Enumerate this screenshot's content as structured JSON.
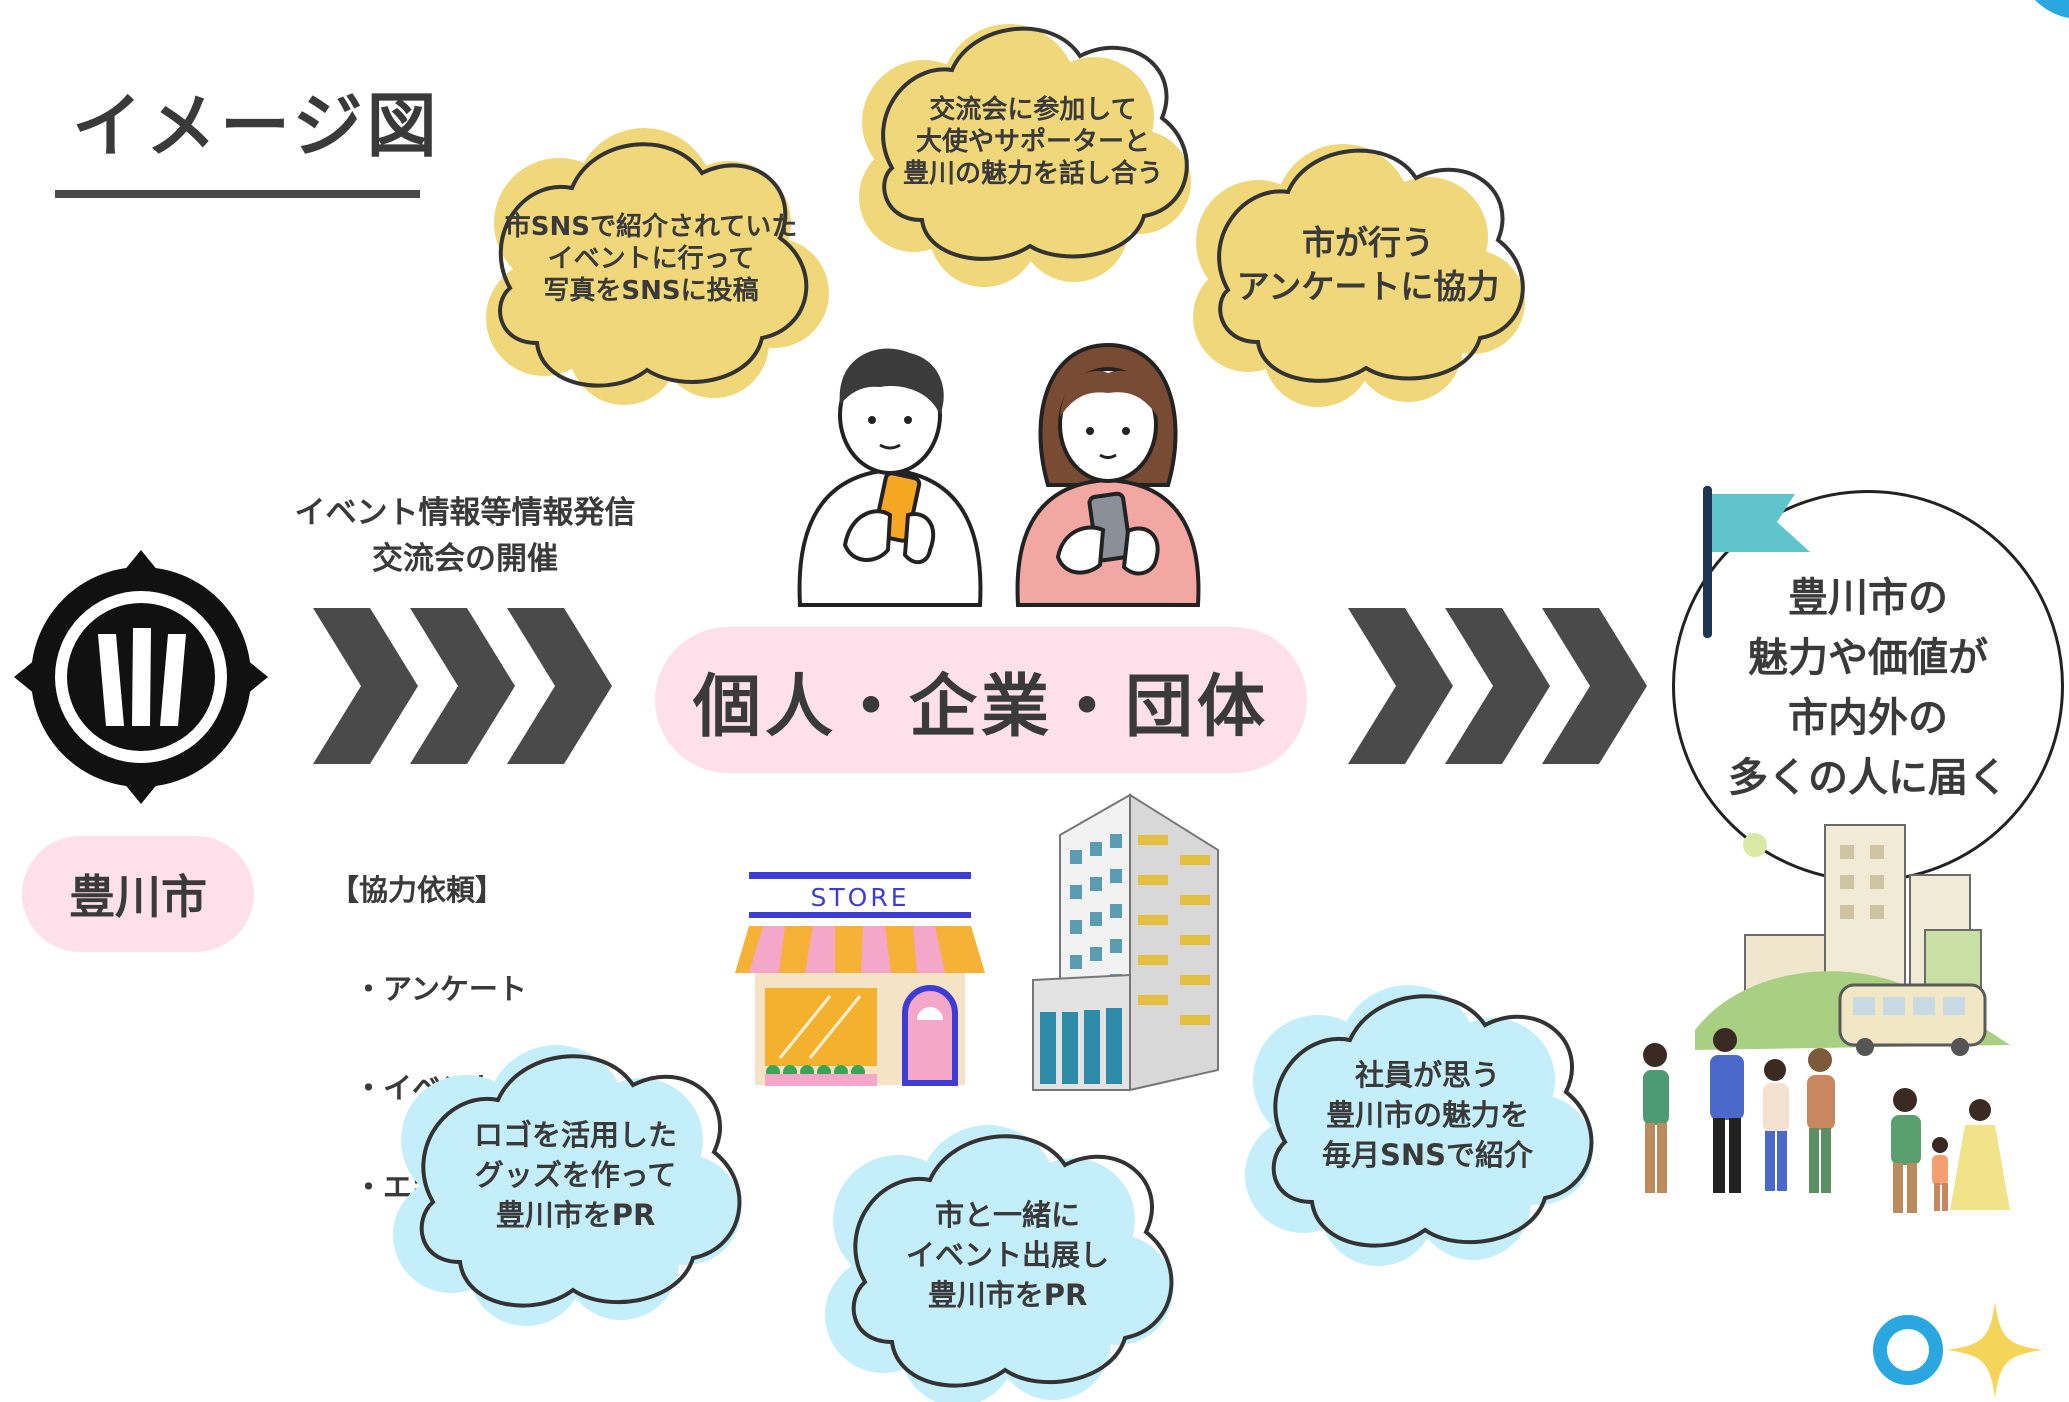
{
  "title": "イメージ図",
  "city_pill": "豊川市",
  "center_pill": "個人・企業・団体",
  "left_arrow_label": [
    "イベント情報等情報発信",
    "交流会の開催"
  ],
  "request": {
    "heading": "【協力依頼】",
    "items": [
      "・アンケート",
      "・イベント参加",
      "・エキストラ"
    ]
  },
  "yellow_clouds": [
    "市SNSで紹介されていた\nイベントに行って\n写真をSNSに投稿",
    "交流会に参加して\n大使やサポーターと\n豊川の魅力を話し合う",
    "市が行う\nアンケートに協力"
  ],
  "blue_clouds": [
    "ロゴを活用した\nグッズを作って\n豊川市をPR",
    "市と一緒に\nイベント出展し\n豊川市をPR",
    "社員が思う\n豊川市の魅力を\n毎月SNSで紹介"
  ],
  "store_sign": "STORE",
  "goal": "豊川市の\n魅力や価値が\n市内外の\n多くの人に届く",
  "colors": {
    "cloud_yellow": "#f0d77a",
    "cloud_blue": "#c3eefa",
    "pill_pink": "#fde0ea",
    "arrow": "#4a4a4a",
    "flag": "#5fc4cc",
    "sparkle": "#f4d55a",
    "ring": "#2aa7e0"
  }
}
